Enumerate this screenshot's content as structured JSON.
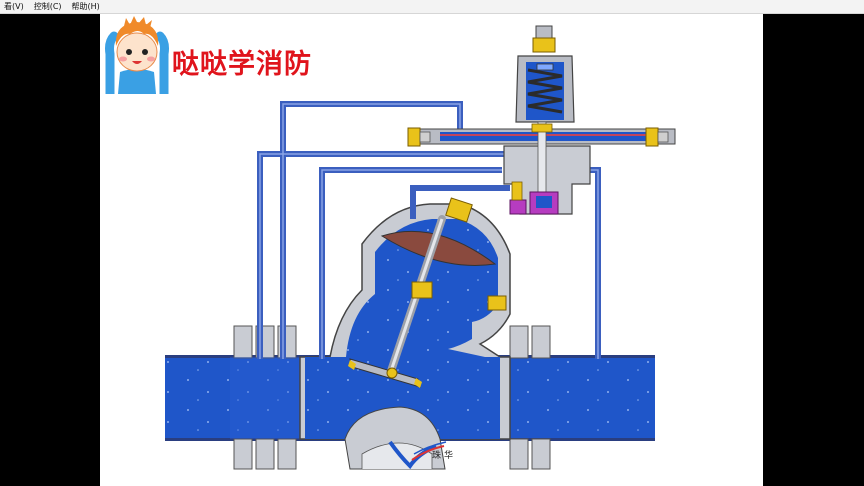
{
  "menu": {
    "items": [
      {
        "label": "看(V)"
      },
      {
        "label": "控制(C)"
      },
      {
        "label": "帮助(H)"
      }
    ]
  },
  "brand": {
    "text": "哒哒学消防",
    "color": "#e0141c"
  },
  "logo": {
    "text": "珠华"
  },
  "colors": {
    "water": "#1f56c9",
    "pipe": "#3b5fbf",
    "steel": "#b9bcc4",
    "diaphragm": "#8a4a3e",
    "brass": "#e9c21a",
    "valve_body": "#c9ccd3"
  },
  "icons": {
    "mascot": "child-mascot-icon",
    "logo_mark": "swoosh-logo-icon"
  }
}
